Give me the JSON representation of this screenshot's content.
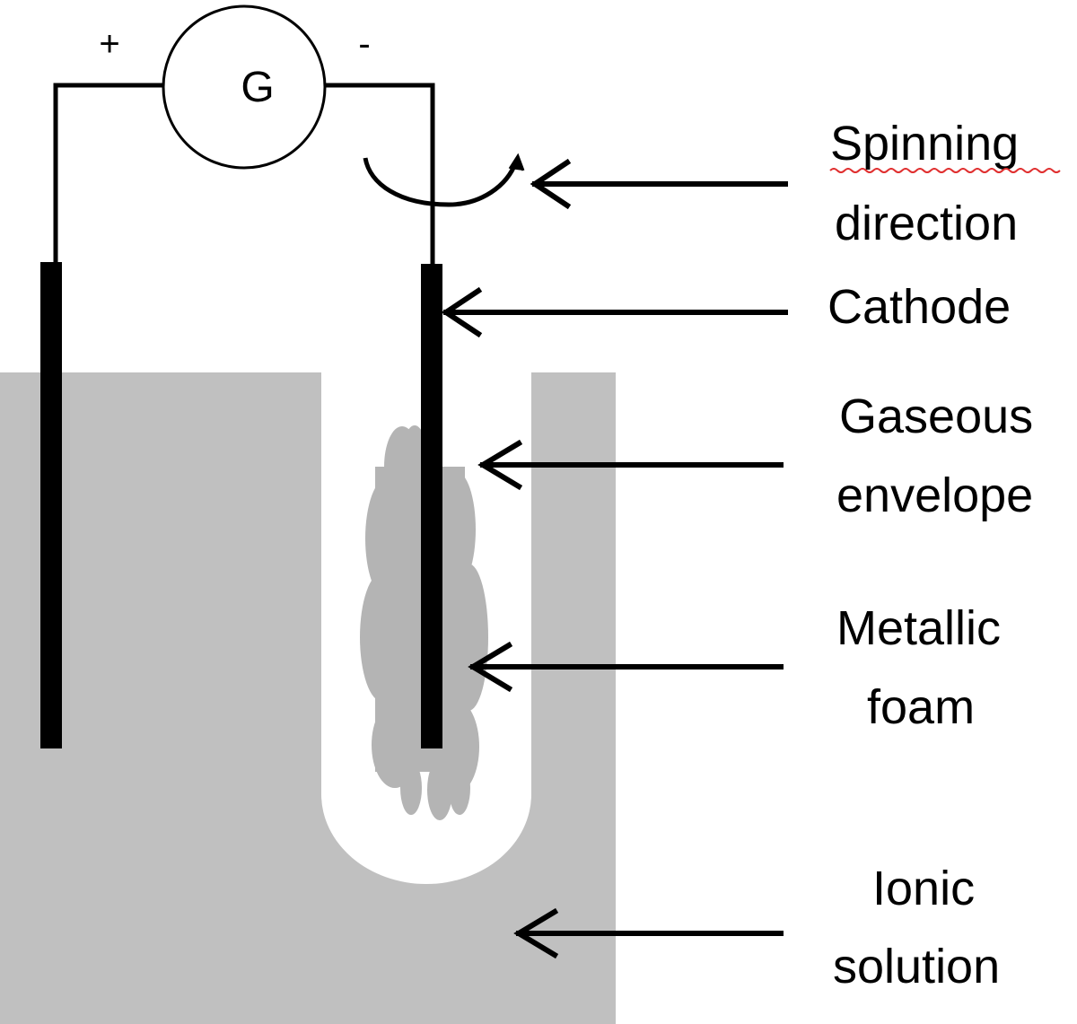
{
  "meter": {
    "letter": "G",
    "plus": "+",
    "minus": "-"
  },
  "labels": {
    "spinning": [
      "Spinning",
      "direction"
    ],
    "cathode": [
      "Cathode"
    ],
    "gaseous": [
      "Gaseous",
      "envelope"
    ],
    "foam": [
      "Metallic",
      "foam"
    ],
    "ionic": [
      "Ionic",
      "solution"
    ]
  },
  "colors": {
    "solution": "#c0c0c0",
    "foam": "#b4b4b4",
    "wire": "#000000",
    "background": "#ffffff"
  }
}
